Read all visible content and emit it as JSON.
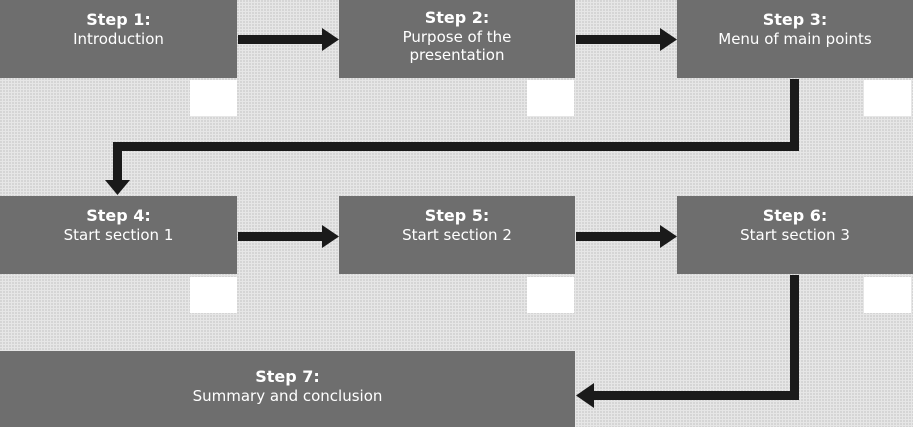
{
  "steps": [
    {
      "title": "Step 1:",
      "desc": "Introduction"
    },
    {
      "title": "Step 2:",
      "desc": "Purpose of the presentation"
    },
    {
      "title": "Step 3:",
      "desc": "Menu of main points"
    },
    {
      "title": "Step 4:",
      "desc": "Start section 1"
    },
    {
      "title": "Step 5:",
      "desc": "Start section 2"
    },
    {
      "title": "Step 6:",
      "desc": "Start section 3"
    },
    {
      "title": "Step 7:",
      "desc": "Summary and conclusion"
    }
  ],
  "colors": {
    "box": "#6e6e6e",
    "text": "#ffffff",
    "arrow": "#1a1a1a",
    "tab": "#ffffff"
  }
}
